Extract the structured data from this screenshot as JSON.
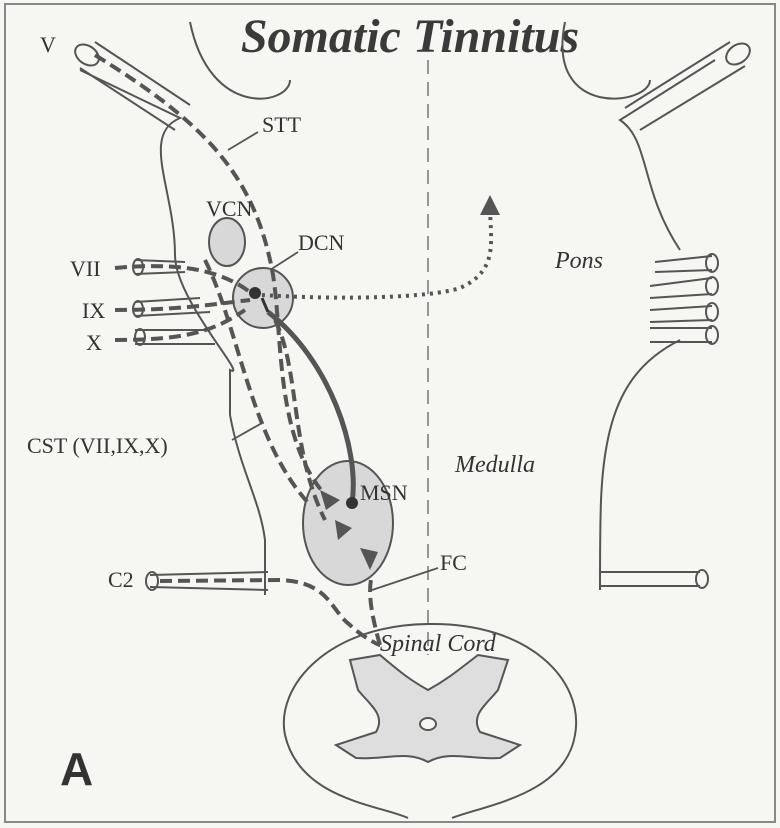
{
  "figure": {
    "title": "Somatic Tinnitus",
    "panel_letter": "A",
    "colors": {
      "background": "#f6f6f3",
      "outline": "#555555",
      "nucleus_fill": "#d8d8d8",
      "gray_matter": "#dedede",
      "path": "#555555",
      "text": "#333333"
    },
    "labels": {
      "v": "V",
      "stt": "STT",
      "vcn": "VCN",
      "dcn": "DCN",
      "vii": "VII",
      "ix": "IX",
      "x": "X",
      "cst": "CST (VII,IX,X)",
      "pons": "Pons",
      "medulla": "Medulla",
      "msn": "MSN",
      "fc": "FC",
      "c2": "C2",
      "spinal_cord": "Spinal Cord"
    }
  }
}
